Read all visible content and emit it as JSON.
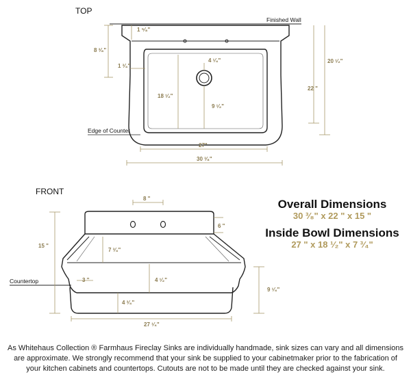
{
  "top_view": {
    "title": "TOP",
    "finished_wall_label": "Finished Wall",
    "edge_of_counter_label": "Edge of Counter",
    "dims": {
      "rim_width": "1 ⁵⁄₈\"",
      "back_depth": "8 ³⁄₈\"",
      "side_wall": "1 ³⁄₄\"",
      "drain_offset": "4 ¹⁄₄\"",
      "bowl_length": "18 ¹⁄₂\"",
      "drain_to_front": "9 ¹⁄₂\"",
      "depth_to_wall": "20 ¹⁄₂\"",
      "overall_depth": "22 \"",
      "bowl_width": "27\"",
      "overall_width": "30 ³⁄₈\""
    }
  },
  "front_view": {
    "title": "FRONT",
    "countertop_label": "Countertop",
    "dims": {
      "faucet_spacing": "8 \"",
      "backsplash": "6 \"",
      "overall_height": "15 \"",
      "bowl_depth": "7 ³⁄₄\"",
      "front_lip": "3 \"",
      "lip_height": "4 ¹⁄₂\"",
      "below_counter": "9 ¹⁄₄\"",
      "apron": "4 ³⁄₄\"",
      "base_width": "27 ¹⁄₄\""
    }
  },
  "summary": {
    "overall_title": "Overall Dimensions",
    "overall_values": "30 ³⁄₈\" x 22 \" x 15 \"",
    "inside_title": "Inside Bowl Dimensions",
    "inside_values": "27 \" x 18 ¹⁄₂\" x 7 ³⁄₄\""
  },
  "note": "As Whitehaus Collection ® Farmhaus Fireclay Sinks are individually handmade, sink sizes can vary and all dimensions are approximate. We strongly recommend that your sink be supplied to your cabinetmaker prior to the fabrication of your kitchen cabinets and countertops. Cutouts are not to be made until they are checked against your sink."
}
